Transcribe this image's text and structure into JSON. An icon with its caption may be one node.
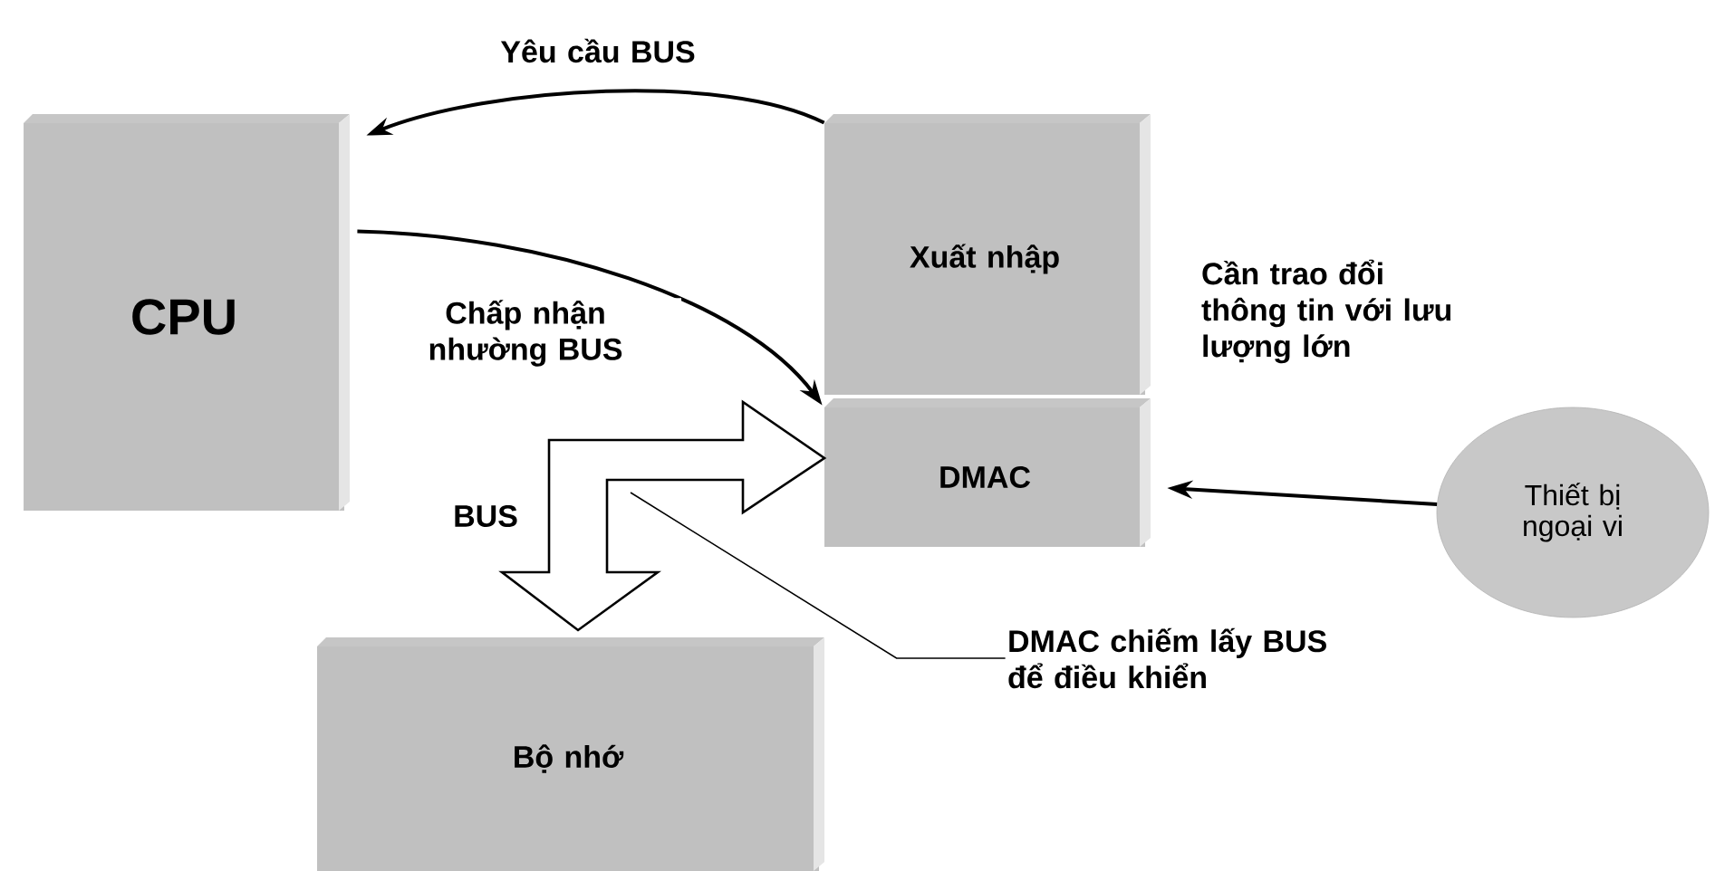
{
  "diagram": {
    "nodes": [
      {
        "text": [
          "CPU"
        ]
      },
      {
        "text": [
          "Xuất nhập"
        ]
      },
      {
        "text": [
          "DMAC"
        ]
      },
      {
        "text": [
          "Thiết bị ngoại vi"
        ]
      },
      {
        "text": [
          "Bộ nhớ"
        ]
      },
      {
        "text": [],
        "shape": "arrow",
        "beside": [
          "BUS"
        ]
      },
      {
        "text": [
          "DMAC chiếm lấy BUS để điều khiển"
        ]
      }
    ],
    "edges": [
      {
        "from": 1,
        "to": 0,
        "arrow": "to",
        "label": "Yêu cầu BUS"
      },
      {
        "from": 0,
        "to": 2,
        "arrow": "to",
        "label": "Chấp nhận nhường BUS"
      },
      {
        "from": 3,
        "to": 2,
        "arrow": "to",
        "label": "Cần trao đổi thông tin với lưu lượng lớn"
      },
      {
        "from": 6,
        "to": 5,
        "arrow": "none"
      }
    ]
  }
}
